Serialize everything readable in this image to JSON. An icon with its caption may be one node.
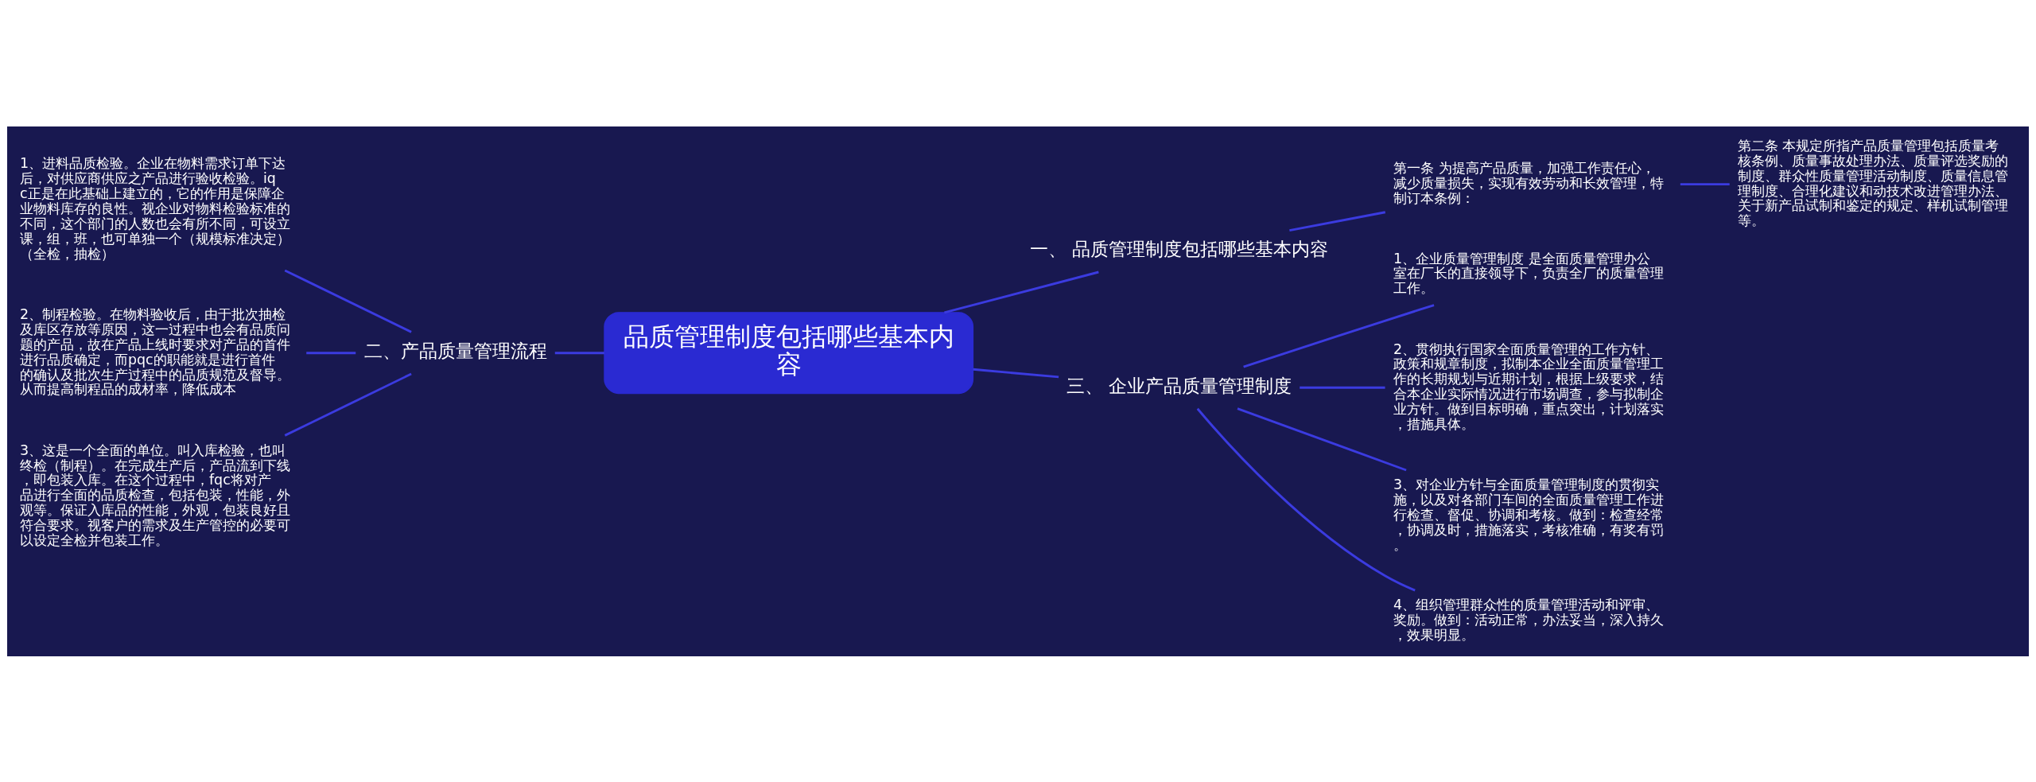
{
  "diagram": {
    "nodes": [
      {
        "text": [
          "品质管理制度包括哪些基本内容"
        ]
      },
      {
        "text": [
          "一、 品质管理制度包括哪些基本内容"
        ]
      },
      {
        "text": [
          "第一条 为提高产品质量，加强工作责任心，减少质量损失，实现有效劳动和长效管理，特制订本条例："
        ]
      },
      {
        "text": [
          "第二条 本规定所指产品质量管理包括质量考核条例、质量事故处理办法、质量评选奖励的制度、群众性质量管理活动制度、质量信息管理制度、合理化建议和动技术改进管理办法、关于新产品试制和鉴定的规定、样机试制管理等。"
        ]
      },
      {
        "text": [
          "二、产品质量管理流程"
        ]
      },
      {
        "text": [
          "1、进料品质检验。企业在物料需求订单下达后，对供应商供应之产品进行验收检验。iqc正是在此基础上建立的，它的作用是保障企业物料库存的良性。视企业对物料检验标准的不同，这个部门的人数也会有所不同，可设立课，组，班，也可单独一个（规模标准决定）（全检，抽检）"
        ]
      },
      {
        "text": [
          "2、制程检验。在物料验收后，由于批次抽检及库区存放等原因，这一过程中也会有品质问题的产品，故在产品上线时要求对产品的首件进行品质确定，而pqc的职能就是进行首件的确认及批次生产过程中的品质规范及督导。从而提高制程品的成材率，降低成本"
        ]
      },
      {
        "text": [
          "3、这是一个全面的单位。叫入库检验，也叫终检（制程）。在完成生产后，产品流到下线，即包装入库。在这个过程中，fqc将对产品进行全面的品质检查，包括包装，性能，外观等。保证入库品的性能，外观，包装良好且符合要求。视客户的需求及生产管控的必要可以设定全检并包装工作。"
        ]
      },
      {
        "text": [
          "三、 企业产品质量管理制度"
        ]
      },
      {
        "text": [
          "1、企业质量管理制度 是全面质量管理办公室在厂长的直接领导下，负责全厂的质量管理工作。"
        ]
      },
      {
        "text": [
          "2、贯彻执行国家全面质量管理的工作方针、政策和规章制度，拟制本企业全面质量管理工作的长期规划与近期计划，根据上级要求，结合本企业实际情况进行市场调查，参与拟制企业方针。做到目标明确，重点突出，计划落实，措施具体。"
        ]
      },
      {
        "text": [
          "3、对企业方针与全面质量管理制度的贯彻实施，以及对各部门车间的全面质量管理工作进行检查、督促、协调和考核。做到：检查经常，协调及时，措施落实，考核准确，有奖有罚。"
        ]
      },
      {
        "text": [
          "4、组织管理群众性的质量管理活动和评审、奖励。做到：活动正常，办法妥当，深入持久，效果明显。"
        ]
      }
    ],
    "edges": [
      {
        "from": 0,
        "to": 1,
        "arrow": "none"
      },
      {
        "from": 1,
        "to": 2,
        "arrow": "none"
      },
      {
        "from": 2,
        "to": 3,
        "arrow": "none"
      },
      {
        "from": 0,
        "to": 4,
        "arrow": "none"
      },
      {
        "from": 4,
        "to": 5,
        "arrow": "none"
      },
      {
        "from": 4,
        "to": 6,
        "arrow": "none"
      },
      {
        "from": 4,
        "to": 7,
        "arrow": "none"
      },
      {
        "from": 0,
        "to": 8,
        "arrow": "none"
      },
      {
        "from": 8,
        "to": 9,
        "arrow": "none"
      },
      {
        "from": 8,
        "to": 10,
        "arrow": "none"
      },
      {
        "from": 8,
        "to": 11,
        "arrow": "none"
      },
      {
        "from": 8,
        "to": 12,
        "arrow": "none"
      }
    ]
  }
}
